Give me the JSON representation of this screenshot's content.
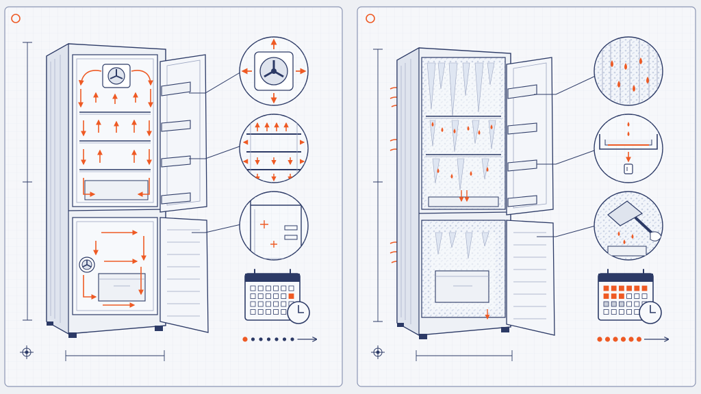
{
  "figure": {
    "panels": [
      {
        "id": "frost-free",
        "corner_marker": "circle",
        "details": [
          "fan-airflow",
          "shelves-airflow",
          "dry-interior"
        ],
        "calendar_highlighted_days": 1,
        "timeline_dots": 7,
        "timeline_filled_dots": 1
      },
      {
        "id": "manual-defrost",
        "corner_marker": "circle",
        "details": [
          "frost-drip",
          "drain-trough",
          "ice-scraper"
        ],
        "calendar_highlighted_days": 9,
        "timeline_dots": 6,
        "timeline_filled_dots": 6
      }
    ],
    "colors": {
      "ink": "#2c3a66",
      "accent": "#ee5a24",
      "panel_bg": "#f6f7fa",
      "grid": "#e1e5ee",
      "frost": "#cfd8e8"
    }
  }
}
